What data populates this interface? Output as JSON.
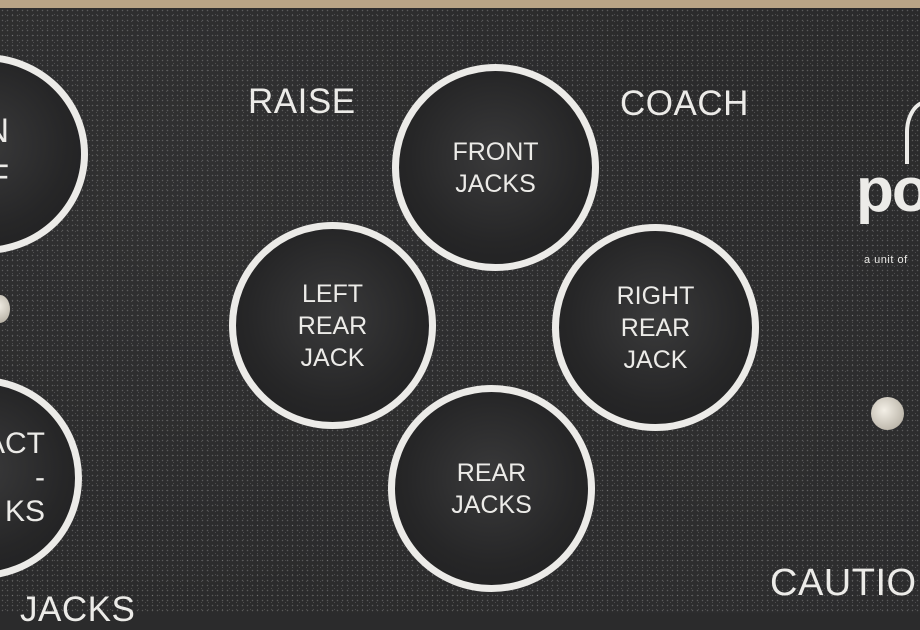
{
  "panel": {
    "labels": {
      "raise": "RAISE",
      "coach": "COACH",
      "caution": "CAUTIO",
      "jacks_bottom": "JACKS"
    },
    "buttons": {
      "power": {
        "line1": "N",
        "line2": "F"
      },
      "front_jacks": {
        "line1": "FRONT",
        "line2": "JACKS"
      },
      "left_rear_jack": {
        "line1": "LEFT",
        "line2": "REAR",
        "line3": "JACK"
      },
      "right_rear_jack": {
        "line1": "RIGHT",
        "line2": "REAR",
        "line3": "JACK"
      },
      "rear_jacks": {
        "line1": "REAR",
        "line2": "JACKS"
      },
      "retract": {
        "line1": "ACT",
        "line2": "-",
        "line3": "KS"
      }
    },
    "brand": {
      "logo": "po",
      "tagline": "a unit of"
    },
    "colors": {
      "panel": "#2a2a2b",
      "text": "#ecebe8",
      "wall": "#b9a486"
    }
  }
}
